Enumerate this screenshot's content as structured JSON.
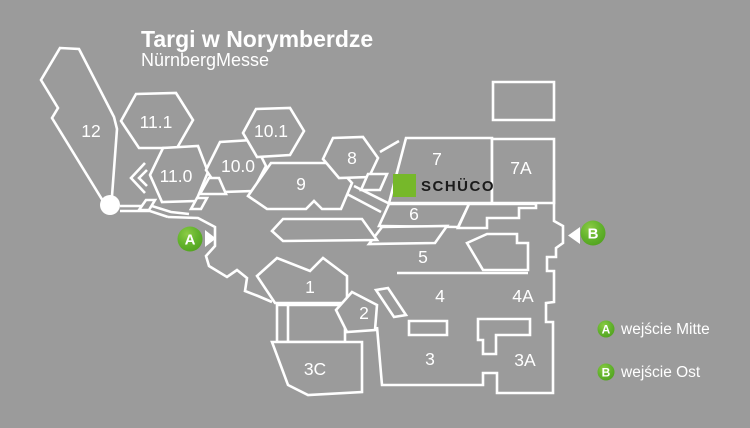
{
  "title": "Targi w Norymberdze",
  "subtitle": "NürnbergMesse",
  "logo": {
    "text": "SCHÜCO"
  },
  "halls": [
    {
      "id": "12",
      "label": "12"
    },
    {
      "id": "11.1",
      "label": "11.1"
    },
    {
      "id": "11.0",
      "label": "11.0"
    },
    {
      "id": "10.1",
      "label": "10.1"
    },
    {
      "id": "10.0",
      "label": "10.0"
    },
    {
      "id": "9",
      "label": "9"
    },
    {
      "id": "8",
      "label": "8"
    },
    {
      "id": "7",
      "label": "7"
    },
    {
      "id": "7A",
      "label": "7A"
    },
    {
      "id": "6",
      "label": "6"
    },
    {
      "id": "5",
      "label": "5"
    },
    {
      "id": "4",
      "label": "4"
    },
    {
      "id": "4A",
      "label": "4A"
    },
    {
      "id": "1",
      "label": "1"
    },
    {
      "id": "2",
      "label": "2"
    },
    {
      "id": "3",
      "label": "3"
    },
    {
      "id": "3A",
      "label": "3A"
    },
    {
      "id": "3C",
      "label": "3C"
    }
  ],
  "markers": {
    "a": "A",
    "b": "B"
  },
  "legend": [
    {
      "marker": "A",
      "label": "wejście Mitte"
    },
    {
      "marker": "B",
      "label": "wejście Ost"
    }
  ],
  "colors": {
    "background": "#9b9b9b",
    "line": "#ffffff",
    "marker_green": "#64b42d",
    "logo_green": "#76b82a",
    "logo_text": "#1b1b1b"
  }
}
